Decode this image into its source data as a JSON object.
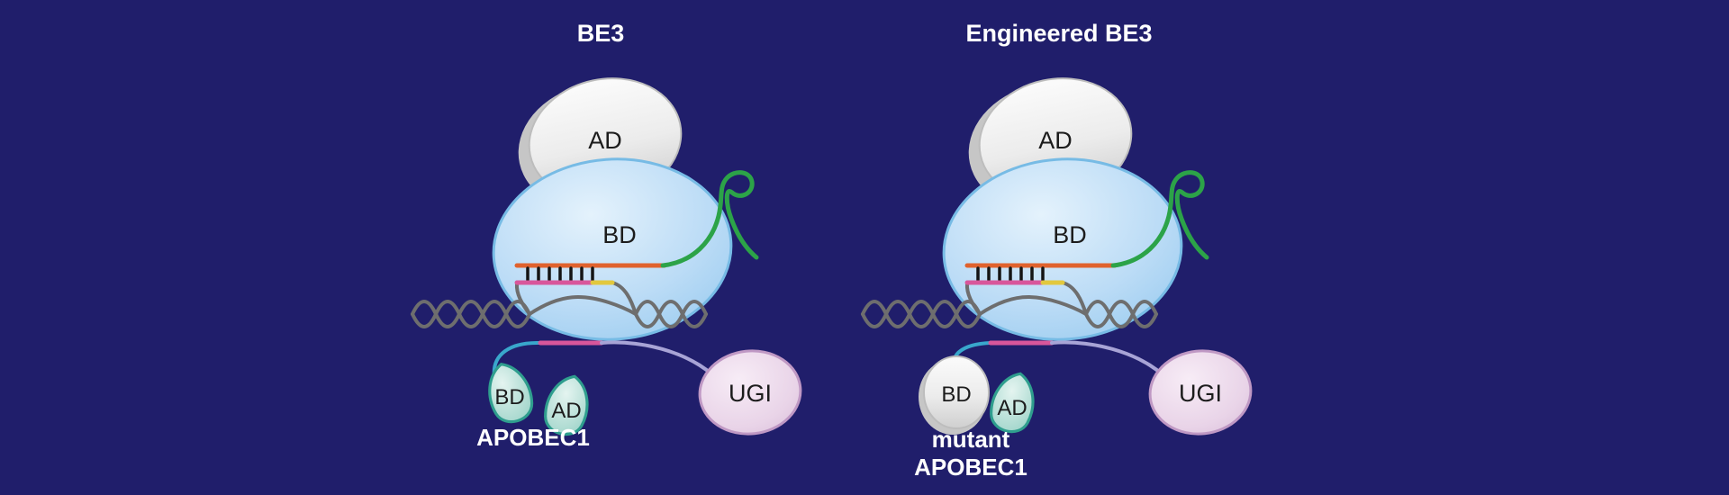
{
  "colors": {
    "background": "#201e6b",
    "cas9_outline_blue": "#77bbe5",
    "sgrna_green": "#2ca348",
    "guide_rna_orange": "#e0622d",
    "dna_pink": "#d8569b",
    "pam_yellow": "#e2c83e",
    "dna_gray": "#6e6e6e",
    "base_pair_black": "#141414",
    "apobec_teal_outline": "#2f9e8e",
    "linker_cyan": "#39a7cc",
    "linker_lavender": "#a8a4d6",
    "ugi_outline": "#bf98c4",
    "label_dark": "#1c1c1c",
    "label_white": "#ffffff"
  },
  "diagrams": [
    {
      "title": "BE3",
      "cas9_ad_label": "AD",
      "cas9_bd_label": "BD",
      "apobec_bd_label": "BD",
      "apobec_ad_label": "AD",
      "apobec_name": "APOBEC1",
      "ugi_label": "UGI"
    },
    {
      "title": "Engineered BE3",
      "cas9_ad_label": "AD",
      "cas9_bd_label": "BD",
      "apobec_bd_label": "BD",
      "apobec_ad_label": "AD",
      "apobec_name_line1": "mutant",
      "apobec_name_line2": "APOBEC1",
      "ugi_label": "UGI"
    }
  ]
}
